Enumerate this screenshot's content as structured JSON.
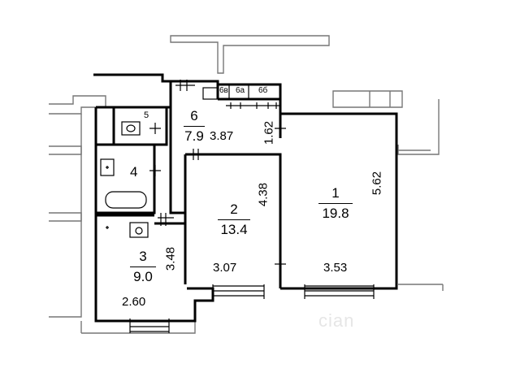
{
  "rooms": [
    {
      "number": "1",
      "area": "19.8"
    },
    {
      "number": "2",
      "area": "13.4"
    },
    {
      "number": "3",
      "area": "9.0"
    },
    {
      "number": "4",
      "area": ""
    },
    {
      "number": "5",
      "area": ""
    },
    {
      "number": "6",
      "area": "7.9"
    }
  ],
  "closets": [
    "6в",
    "6а",
    "6б"
  ],
  "dimensions": {
    "room1_height": "5.62",
    "room1_width": "3.53",
    "room2_height": "4.38",
    "room2_width": "3.07",
    "room3_height": "3.48",
    "room3_width": "2.60",
    "hall_width": "3.87",
    "hall_height": "1.62"
  },
  "watermark": "cian"
}
